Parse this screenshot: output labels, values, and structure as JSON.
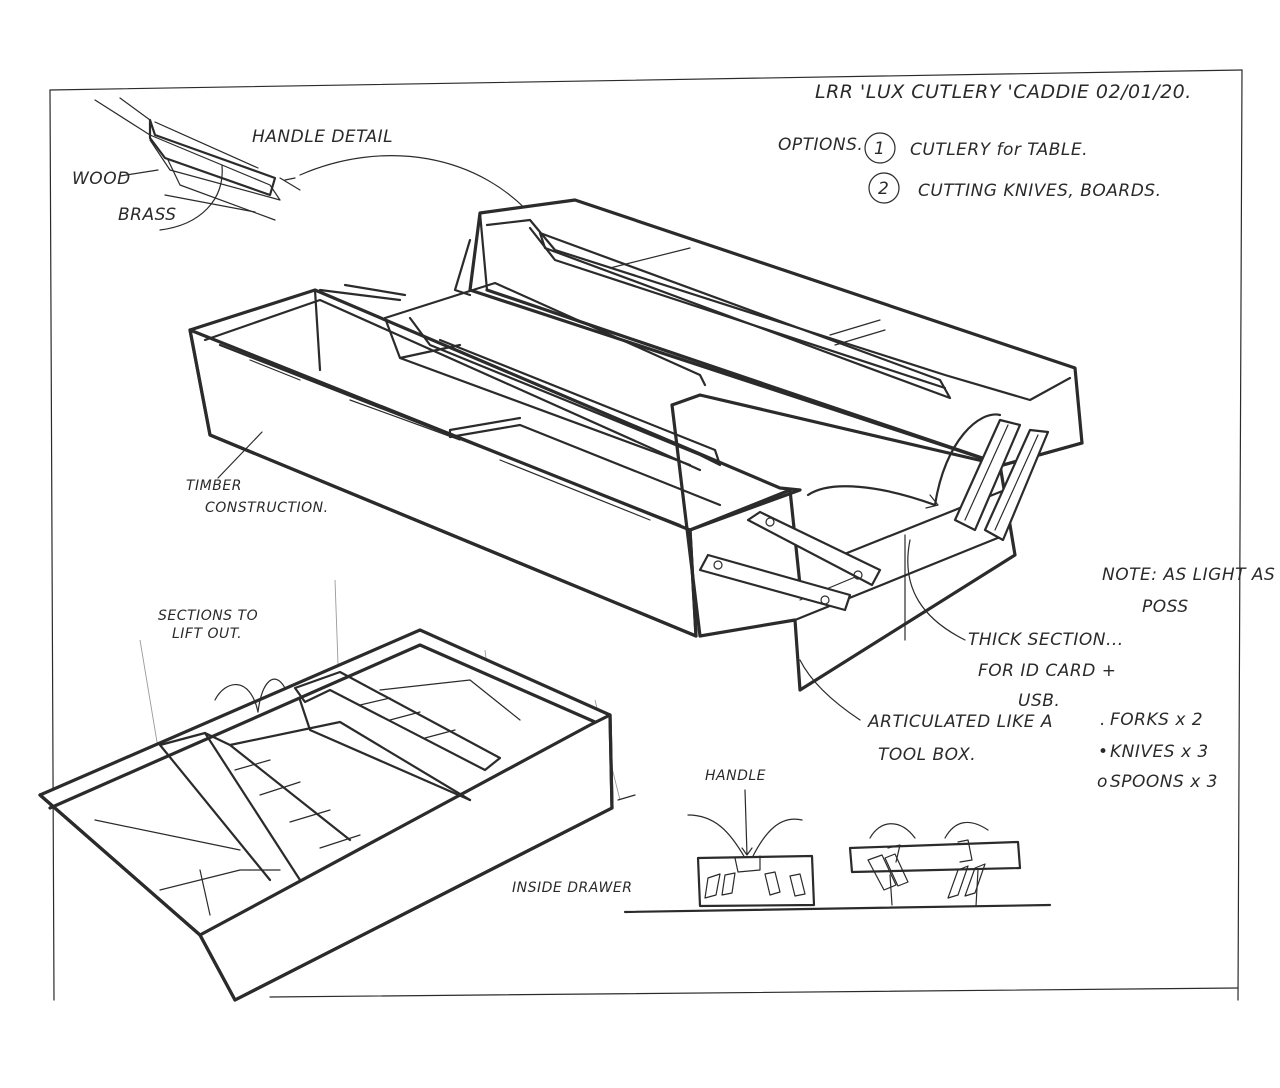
{
  "title": "LRR 'LUX CUTLERY 'CADDIE 02/01/20.",
  "options": {
    "heading": "OPTIONS.",
    "items": [
      {
        "num": "1",
        "text": "CUTLERY for TABLE."
      },
      {
        "num": "2",
        "text": "CUTTING KNIVES, BOARDS."
      }
    ]
  },
  "handle_detail": {
    "label": "HANDLE DETAIL",
    "wood": "WOOD",
    "brass": "BRASS"
  },
  "annotations": {
    "timber": [
      "TIMBER",
      "CONSTRUCTION."
    ],
    "note": [
      "NOTE: AS LIGHT AS",
      "POSS"
    ],
    "thick_section": [
      "THICK SECTION...",
      "FOR ID CARD +",
      "USB."
    ],
    "articulated": [
      "ARTICULATED LIKE A",
      "TOOL BOX."
    ],
    "sections": [
      "SECTIONS TO",
      "LIFT OUT."
    ],
    "inside_drawer": "INSIDE DRAWER",
    "handle": "HANDLE"
  },
  "quantities": [
    {
      "bullet": ".",
      "text": "FORKS x 2"
    },
    {
      "bullet": "•",
      "text": "KNIVES x 3"
    },
    {
      "bullet": "o",
      "text": "SPOONS x 3"
    }
  ]
}
